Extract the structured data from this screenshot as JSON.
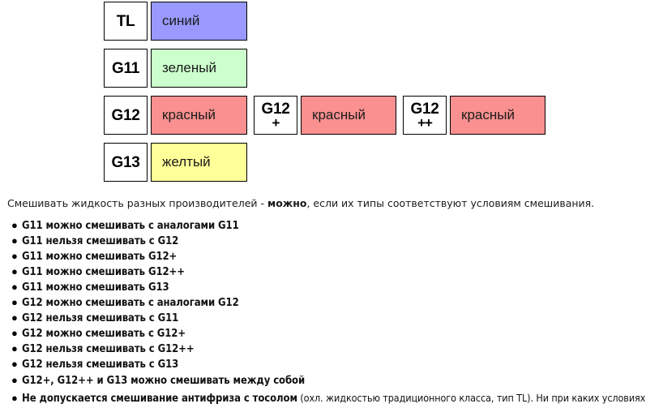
{
  "table": {
    "rows": [
      {
        "groups": [
          {
            "code": "TL",
            "plus": "",
            "color_label": "синий",
            "color_hex": "#9999FF",
            "width": "wide"
          }
        ]
      },
      {
        "groups": [
          {
            "code": "G11",
            "plus": "",
            "color_label": "зеленый",
            "color_hex": "#CCFFCC",
            "width": "wide"
          }
        ]
      },
      {
        "groups": [
          {
            "code": "G12",
            "plus": "",
            "color_label": "красный",
            "color_hex": "#FA9090",
            "width": "wide"
          },
          {
            "code": "G12",
            "plus": "+",
            "color_label": "красный",
            "color_hex": "#FA9090",
            "width": "mid"
          },
          {
            "code": "G12",
            "plus": "++",
            "color_label": "красный",
            "color_hex": "#FA9090",
            "width": "mid"
          }
        ]
      },
      {
        "groups": [
          {
            "code": "G13",
            "plus": "",
            "color_label": "желтый",
            "color_hex": "#FFFF99",
            "width": "wide"
          }
        ]
      }
    ]
  },
  "intro": {
    "before_bold": "Смешивать жидкость разных производителей - ",
    "bold": "можно",
    "after_bold": ", если их типы соответствуют условиям смешивания."
  },
  "bullet_groups": [
    {
      "id": "g11",
      "items": [
        {
          "text": "G11 можно смешивать с аналогами G11",
          "tail": ""
        },
        {
          "text": "G11 нельзя смешивать с G12",
          "tail": ""
        },
        {
          "text": "G11 можно смешивать G12+",
          "tail": ""
        },
        {
          "text": "G11 можно смешивать G12++",
          "tail": ""
        },
        {
          "text": "G11 можно смешивать G13",
          "tail": ""
        }
      ]
    },
    {
      "id": "g12",
      "items": [
        {
          "text": "G12 можно смешивать с аналогами G12",
          "tail": ""
        },
        {
          "text": "G12 нельзя смешивать с G11",
          "tail": ""
        },
        {
          "text": "G12 можно смешивать с G12+",
          "tail": ""
        },
        {
          "text": "G12 нельзя смешивать с G12++",
          "tail": ""
        },
        {
          "text": "G12 нельзя смешивать с G13",
          "tail": ""
        }
      ]
    },
    {
      "id": "final",
      "items": [
        {
          "text": "G12+, G12++ и G13 можно смешивать между собой",
          "tail": ""
        },
        {
          "text": "Не допускается смешивание антифриза с тосолом",
          "tail": " (охл. жидкостью традиционного класса, тип TL). Ни при каких условиях!"
        }
      ]
    }
  ],
  "bullet_glyph": "●"
}
